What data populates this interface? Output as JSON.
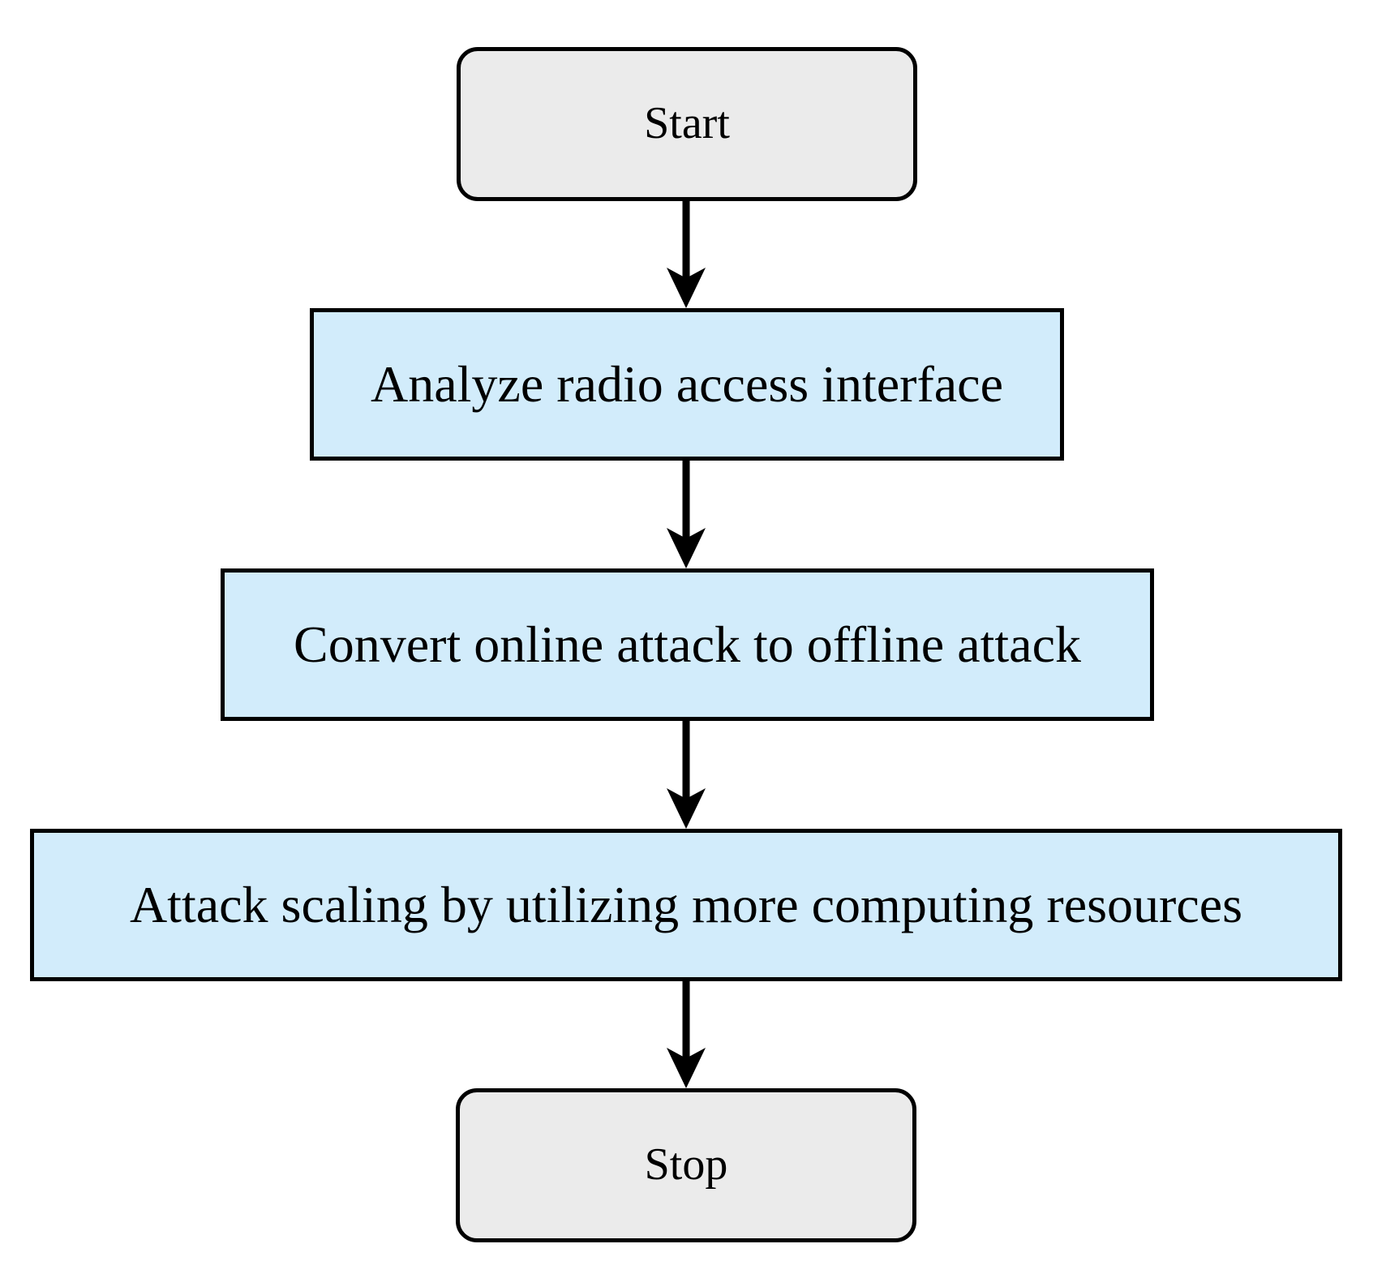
{
  "diagram": {
    "type": "flowchart",
    "orientation": "top-to-bottom",
    "background_color": "#ffffff",
    "edge_color": "#000000",
    "terminator_fill": "#ebebeb",
    "process_fill": "#d2ecfb",
    "border_color": "#000000",
    "nodes": [
      {
        "id": "start",
        "label": "Start",
        "shape": "rounded-rectangle",
        "role": "terminator"
      },
      {
        "id": "step1",
        "label": "Analyze radio access interface",
        "shape": "rectangle",
        "role": "process"
      },
      {
        "id": "step2",
        "label": "Convert online attack to offline attack",
        "shape": "rectangle",
        "role": "process"
      },
      {
        "id": "step3",
        "label": "Attack scaling by utilizing more computing resources",
        "shape": "rectangle",
        "role": "process"
      },
      {
        "id": "stop",
        "label": "Stop",
        "shape": "rounded-rectangle",
        "role": "terminator"
      }
    ],
    "edges": [
      {
        "from": "start",
        "to": "step1",
        "label": "",
        "arrow": "down"
      },
      {
        "from": "step1",
        "to": "step2",
        "label": "",
        "arrow": "down"
      },
      {
        "from": "step2",
        "to": "step3",
        "label": "",
        "arrow": "down"
      },
      {
        "from": "step3",
        "to": "stop",
        "label": "",
        "arrow": "down"
      }
    ]
  }
}
